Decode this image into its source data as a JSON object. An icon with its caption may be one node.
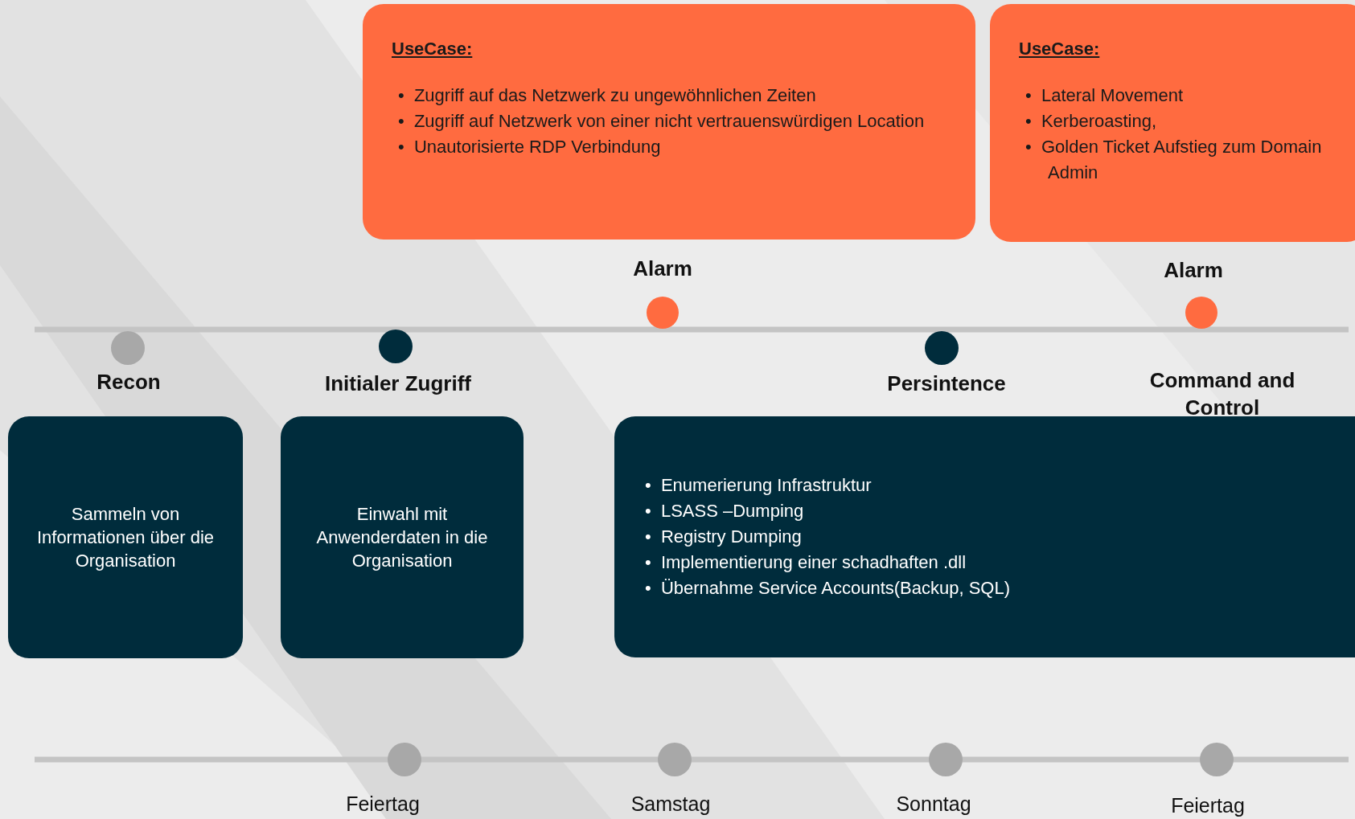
{
  "diagram": {
    "nodes": [
      {
        "text": [
          "UseCase:",
          "•  Zugriff auf das Netzwerk zu ungewöhnlichen Zeiten",
          "•  Zugriff auf Netzwerk von einer nicht vertrauenswürdigen Location",
          "•  Unautorisierte RDP Verbindung"
        ]
      },
      {
        "text": [
          "UseCase:",
          "•  Lateral Movement",
          "•  Kerberoasting,",
          "•  Golden Ticket Aufstieg zum Domain Admin"
        ]
      },
      {
        "text": [],
        "shape": "circle"
      },
      {
        "text": [],
        "shape": "circle"
      },
      {
        "text": [],
        "shape": "circle",
        "beside": [
          "Recon"
        ]
      },
      {
        "text": [],
        "shape": "circle",
        "beside": [
          "Initialer Zugriff"
        ]
      },
      {
        "text": [],
        "shape": "circle",
        "beside": [
          "Persintence"
        ]
      },
      {
        "text": [
          "Sammeln von Informationen über die Organisation"
        ]
      },
      {
        "text": [
          "Einwahl mit Anwenderdaten in die Organisation"
        ]
      },
      {
        "text": [
          "•  Enumerierung Infrastruktur",
          "•  LSASS –Dumping",
          "•  Registry Dumping",
          "•  Implementierung einer schadhaften .dll",
          "•  Übernahme Service Accounts(Backup, SQL)"
        ]
      },
      {
        "text": [],
        "shape": "circle",
        "beside": [
          "Feiertag"
        ]
      },
      {
        "text": [],
        "shape": "circle",
        "beside": [
          "Samstag"
        ]
      },
      {
        "text": [],
        "shape": "circle",
        "beside": [
          "Sonntag"
        ]
      },
      {
        "text": [],
        "shape": "circle",
        "beside": [
          "Feiertag"
        ]
      }
    ],
    "edges": [],
    "labels": [
      "Alarm",
      "Alarm",
      "Command and Control"
    ]
  }
}
